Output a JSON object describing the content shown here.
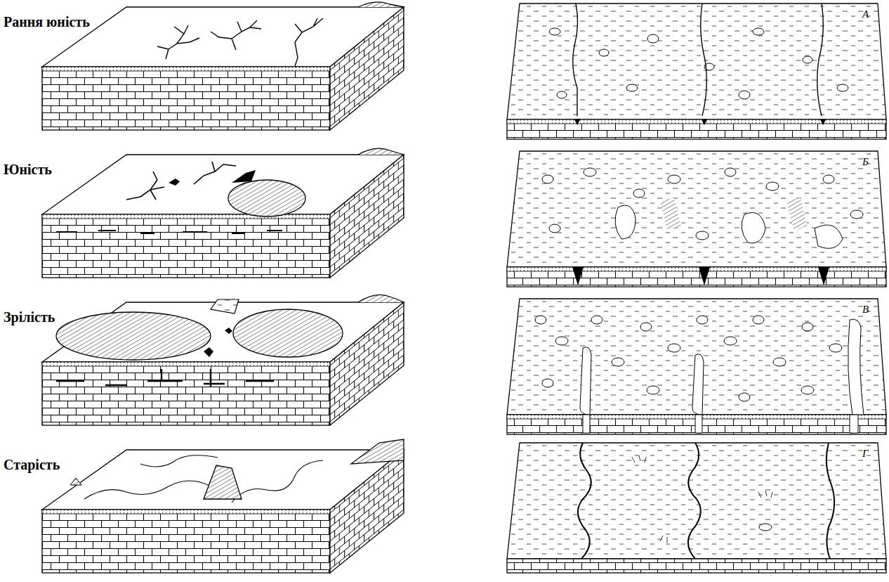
{
  "diagram": {
    "labels": [
      "Рання юність",
      "Юність",
      "Зрілість",
      "Старість",
      "А",
      "Б",
      "В",
      "Г"
    ]
  }
}
